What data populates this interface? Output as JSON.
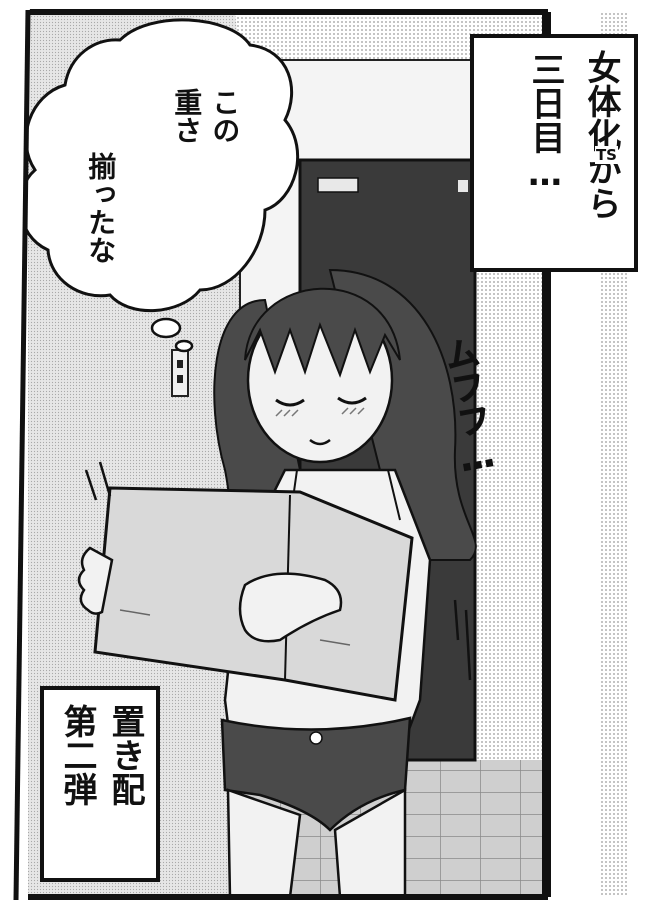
{
  "narration_top": {
    "col1": "女体化から",
    "ts": "TS",
    "col2": "三日目…"
  },
  "thought_bubble": {
    "col1": "この",
    "col2": "重さ",
    "col3": "揃ったな"
  },
  "sfx": {
    "muffu": "ムフフ…"
  },
  "caption_box": {
    "col1": "置き配",
    "col2": "第二弾"
  },
  "colors": {
    "ink": "#111111",
    "paper": "#ffffff",
    "door": "#3a3a3a",
    "skin": "#f2f2f2",
    "box": "#d9d9d9",
    "hair": "#4a4a4a"
  }
}
